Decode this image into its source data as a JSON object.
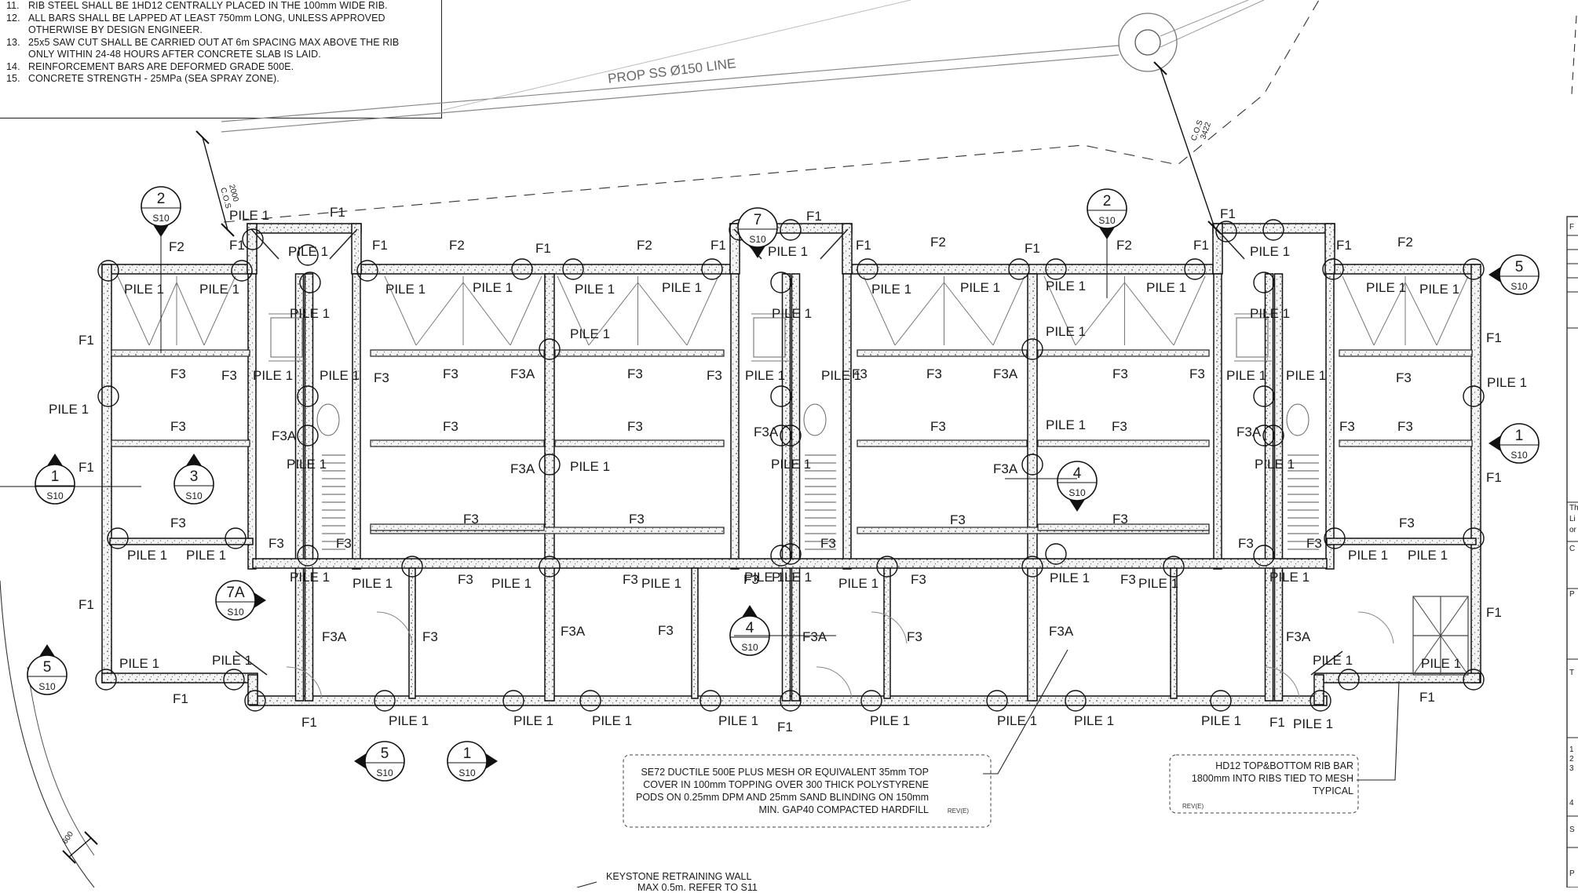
{
  "notes": [
    {
      "num": "11.",
      "text": "RIB STEEL SHALL BE 1HD12 CENTRALLY PLACED IN THE 100mm WIDE RIB."
    },
    {
      "num": "12.",
      "text": "ALL BARS SHALL BE LAPPED AT LEAST 750mm LONG, UNLESS APPROVED"
    },
    {
      "num": "",
      "text": "OTHERWISE BY DESIGN ENGINEER."
    },
    {
      "num": "13.",
      "text": "25x5 SAW CUT SHALL BE CARRIED OUT AT 6m SPACING MAX ABOVE THE RIB"
    },
    {
      "num": "",
      "text": "ONLY WITHIN 24-48 HOURS AFTER CONCRETE SLAB IS LAID."
    },
    {
      "num": "14.",
      "text": "REINFORCEMENT BARS ARE DEFORMED GRADE 500E."
    },
    {
      "num": "15.",
      "text": "CONCRETE STRENGTH - 25MPa (SEA SPRAY ZONE)."
    }
  ],
  "pipe_label": "PROP SS Ø150 LINE",
  "dim_left": {
    "value": "2000",
    "suffix": "C.O.S"
  },
  "dim_right": {
    "value": "3422",
    "suffix": "C.O.S"
  },
  "dim_bottom": "600",
  "labels": {
    "pile": "PILE 1",
    "f1": "F1",
    "f2": "F2",
    "f3": "F3",
    "f3a": "F3A"
  },
  "section_ref": "S10",
  "sections": [
    {
      "id": "2",
      "sheet": "S10"
    },
    {
      "id": "7",
      "sheet": "S10"
    },
    {
      "id": "2",
      "sheet": "S10"
    },
    {
      "id": "5",
      "sheet": "S10"
    },
    {
      "id": "1",
      "sheet": "S10"
    },
    {
      "id": "3",
      "sheet": "S10"
    },
    {
      "id": "4",
      "sheet": "S10"
    },
    {
      "id": "1",
      "sheet": "S10"
    },
    {
      "id": "7A",
      "sheet": "S10"
    },
    {
      "id": "5",
      "sheet": "S10"
    },
    {
      "id": "4",
      "sheet": "S10"
    },
    {
      "id": "5",
      "sheet": "S10"
    },
    {
      "id": "1",
      "sheet": "S10"
    }
  ],
  "mesh_note": {
    "lines": [
      "SE72 DUCTILE 500E PLUS MESH OR EQUIVALENT 35mm TOP",
      "COVER IN 100mm TOPPING OVER 300 THICK POLYSTYRENE",
      "PODS ON 0.25mm DPM AND 25mm SAND BLINDING ON 150mm",
      "MIN. GAP40 COMPACTED HARDFILL"
    ],
    "rev": "REV(E)"
  },
  "rib_note": {
    "lines": [
      "HD12 TOP&BOTTOM RIB BAR",
      "1800mm INTO RIBS  TIED TO MESH",
      "TYPICAL"
    ],
    "rev": "REV(E)"
  },
  "keystone_note": {
    "line1": "KEYSTONE RETRAINING WALL",
    "line2": "MAX 0.5m. REFER TO S11"
  },
  "title_block_fragments": [
    "F",
    "C",
    "P",
    "T",
    "1",
    "2",
    "3",
    "4",
    "S",
    "P",
    "Th",
    "Li",
    "or"
  ]
}
